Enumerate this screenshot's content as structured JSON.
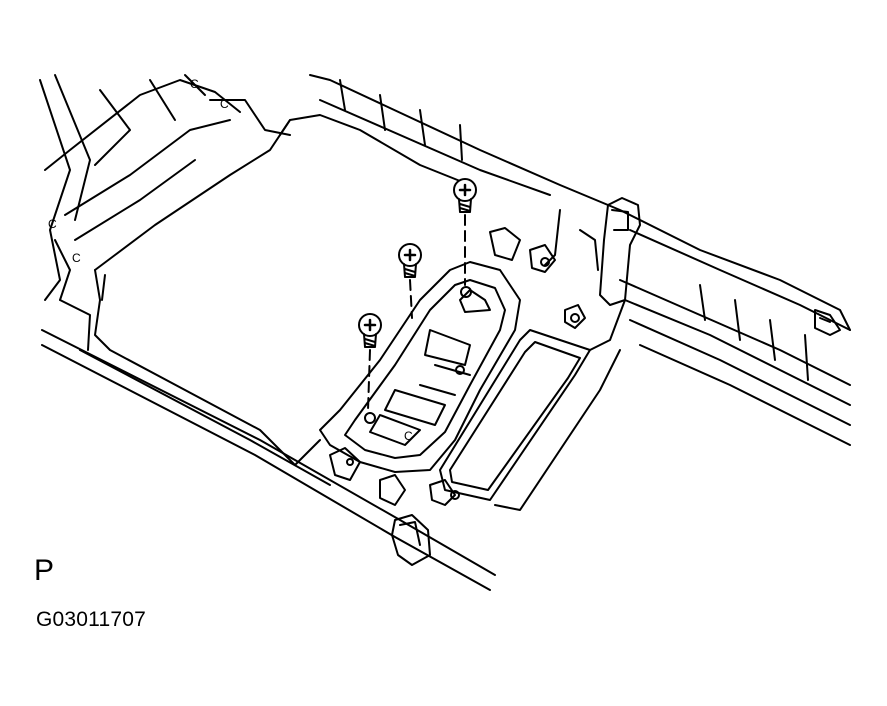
{
  "figure": {
    "view_label": "P",
    "figure_id": "G03011707",
    "part_marks": [
      "C",
      "C",
      "C",
      "C",
      "C"
    ],
    "line_color": "#000000",
    "background_color": "#ffffff"
  }
}
